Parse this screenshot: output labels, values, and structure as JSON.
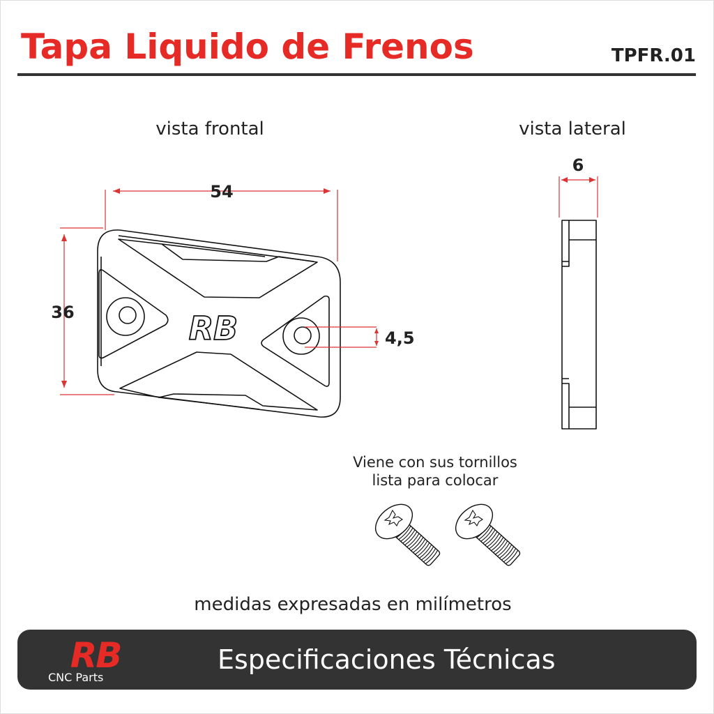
{
  "header": {
    "title": "Tapa Liquido de Frenos",
    "code": "TPFR.01"
  },
  "views": {
    "front": {
      "label": "vista frontal",
      "width": "54",
      "height": "36",
      "hole": "4,5",
      "logo": "RB"
    },
    "side": {
      "label": "vista lateral",
      "thickness": "6"
    }
  },
  "screws": {
    "line1": "Viene con sus tornillos",
    "line2": "lista para colocar",
    "count": 2
  },
  "units_note": "medidas expresadas en milímetros",
  "footer": {
    "logo": "RB",
    "brand_sub": "CNC Parts",
    "title": "Especificaciones Técnicas"
  },
  "colors": {
    "accent": "#e62a26",
    "dark": "#333333",
    "dim": "#d33333"
  }
}
